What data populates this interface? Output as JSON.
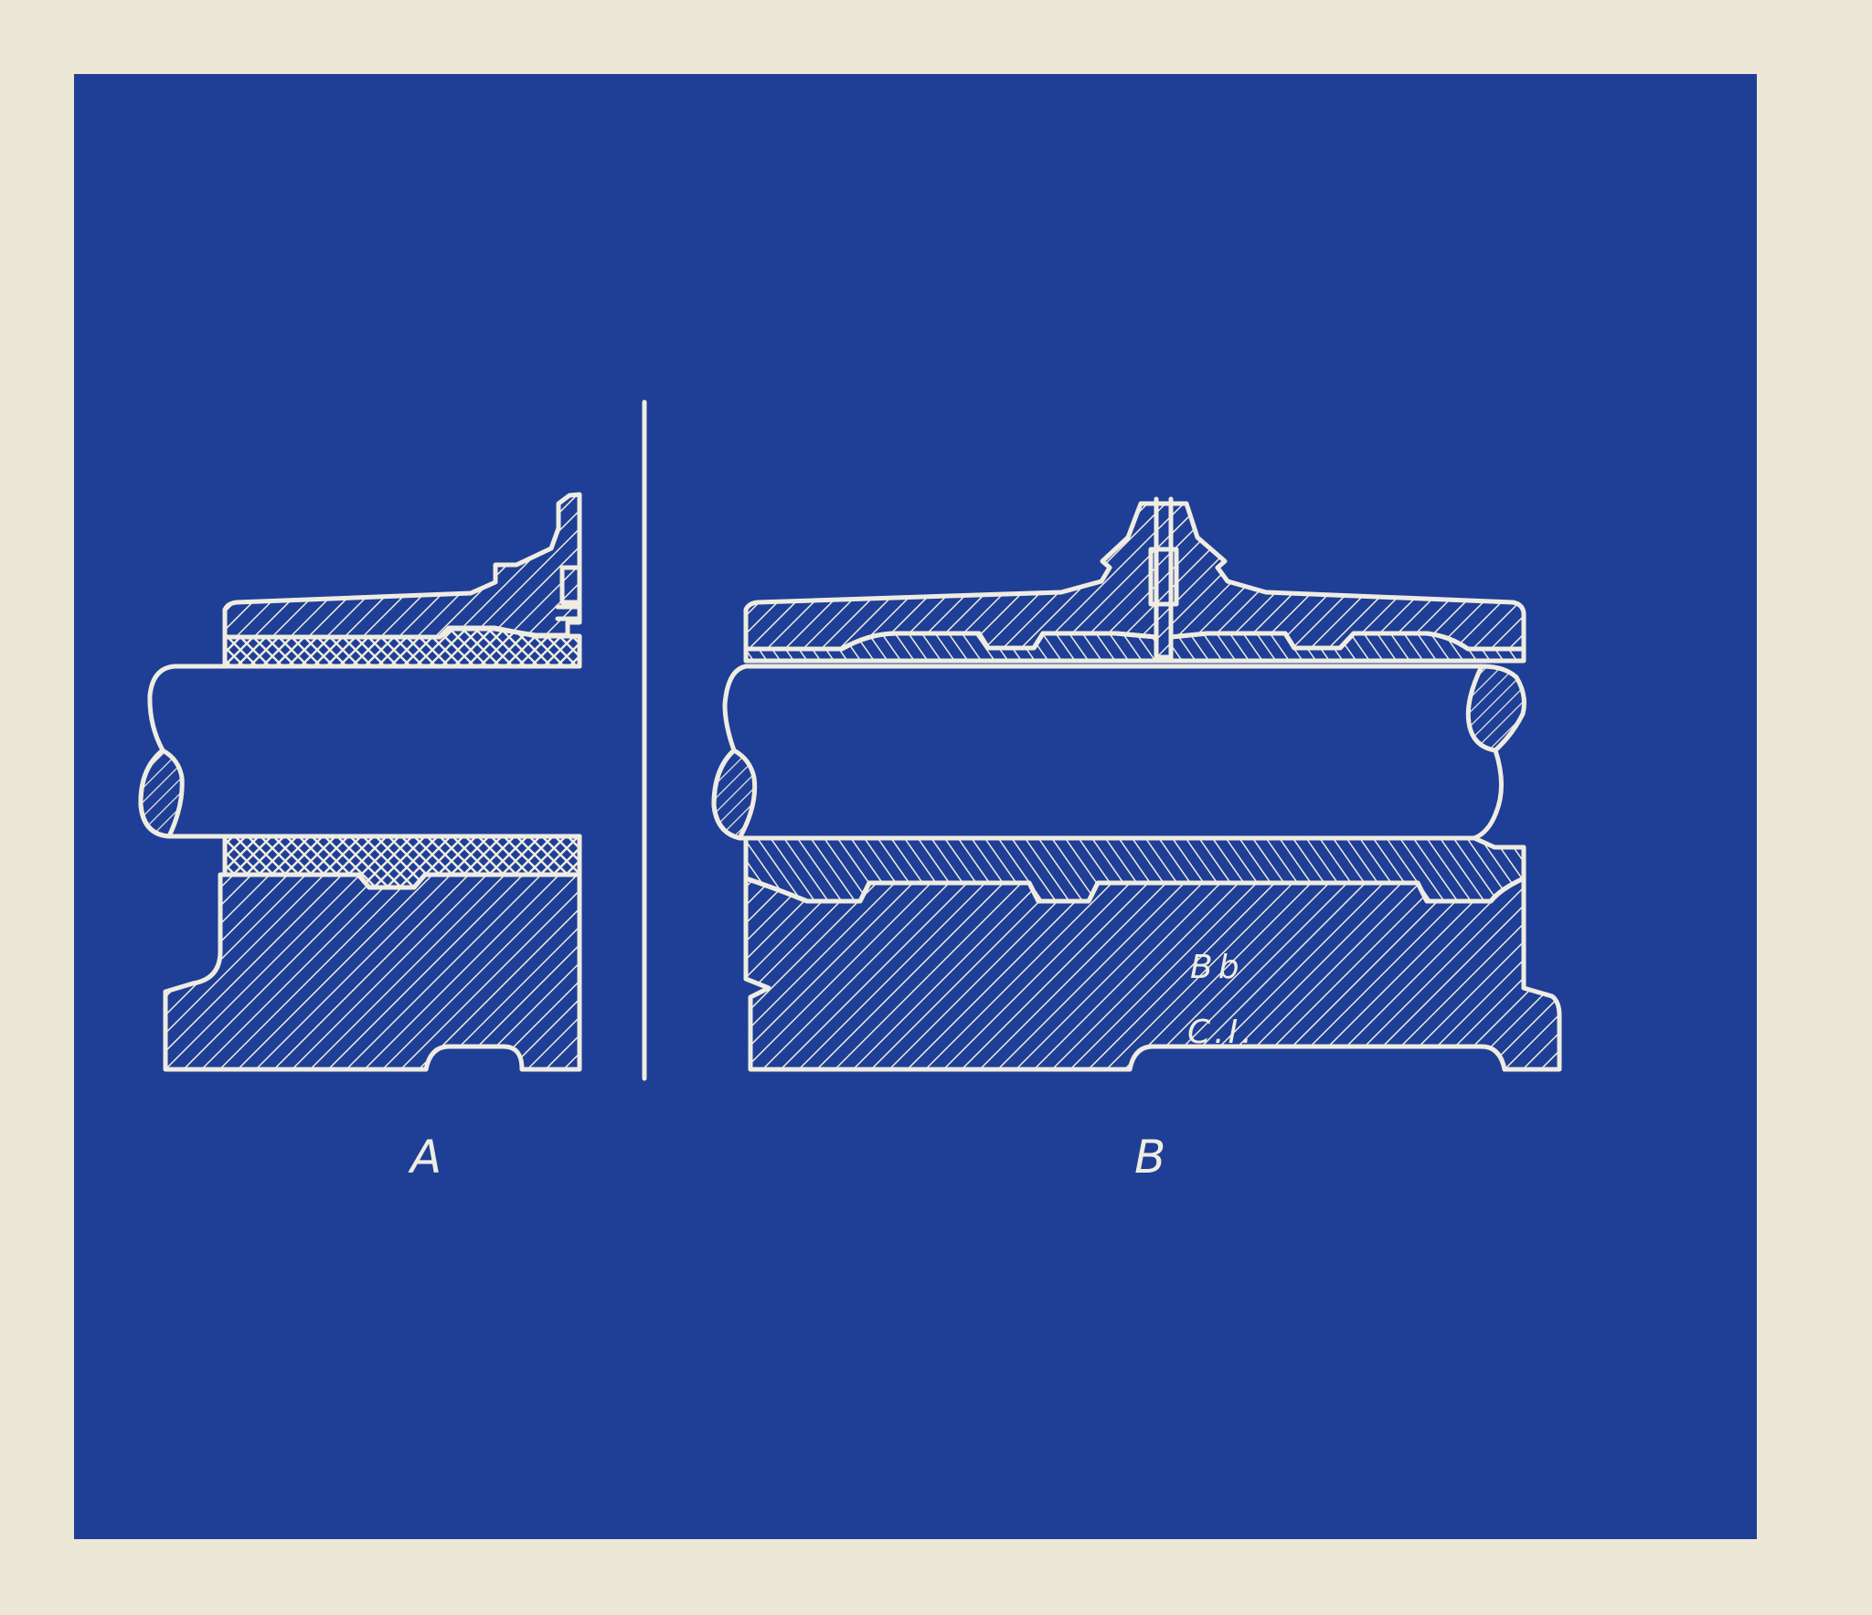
{
  "figure": {
    "views": [
      {
        "id": "A",
        "label": "A"
      },
      {
        "id": "B",
        "label": "B"
      }
    ],
    "material_labels": {
      "bush": "Bb",
      "body": "C.I."
    }
  },
  "colors": {
    "paper": "#ece7d7",
    "blueprint": "#1f3f96",
    "line": "#efece2"
  }
}
